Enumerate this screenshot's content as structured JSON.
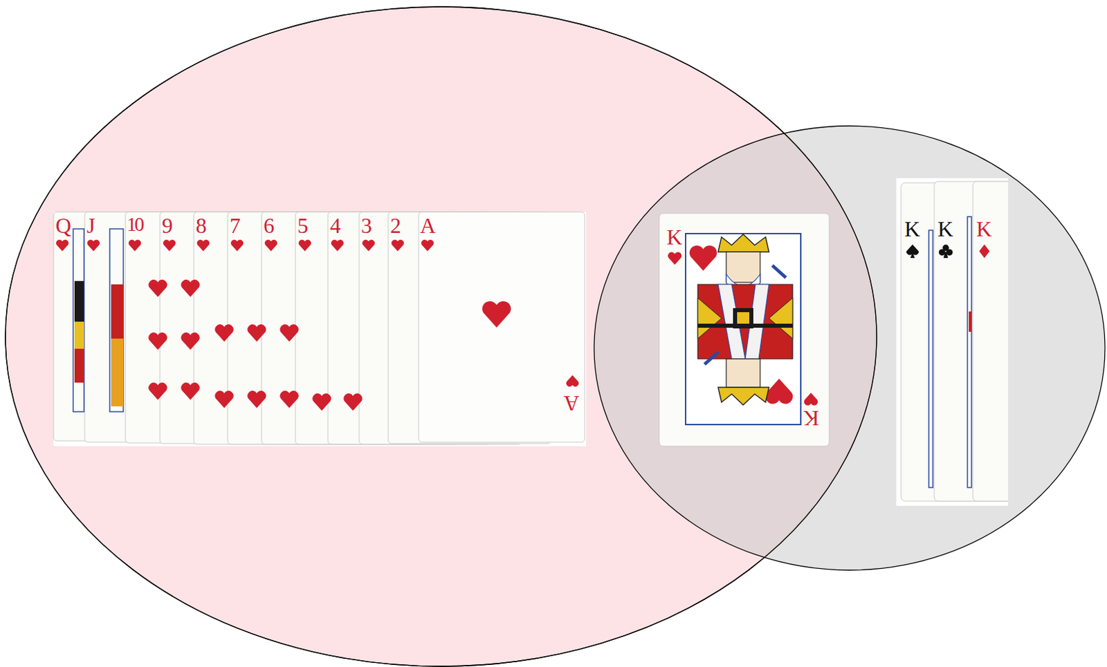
{
  "diagram": {
    "labels": [
      "Q",
      "J",
      "10",
      "9",
      "8",
      "7",
      "6",
      "5",
      "4",
      "3",
      "2",
      "A",
      "A",
      "K",
      "K",
      "K",
      "K",
      "K"
    ]
  }
}
